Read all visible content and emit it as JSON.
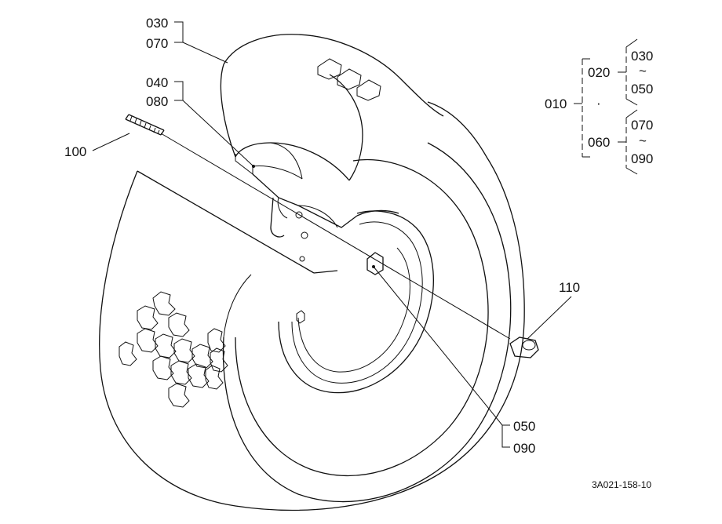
{
  "callouts": {
    "c030": "030",
    "c070": "070",
    "c040": "040",
    "c080": "080",
    "c100": "100",
    "c110": "110",
    "c050": "050",
    "c090": "090"
  },
  "legend": {
    "root": "010",
    "a": "020",
    "a_from": "030",
    "a_to": "050",
    "b": "060",
    "b_from": "070",
    "b_to": "090",
    "tilde": "~",
    "dot": "·"
  },
  "drawing_number": "3A021-158-10"
}
